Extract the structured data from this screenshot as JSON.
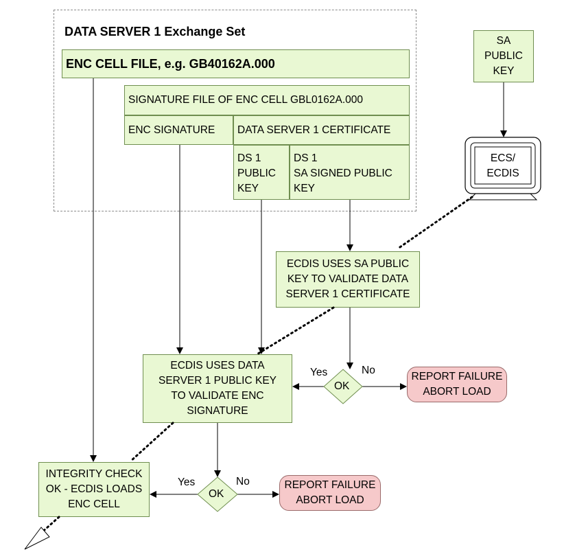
{
  "exchange_set": {
    "title": "DATA SERVER 1 Exchange Set",
    "enc_cell_file": "ENC CELL FILE, e.g. GB40162A.000",
    "signature_file": "SIGNATURE FILE OF ENC CELL GBL0162A.000",
    "enc_signature": "ENC SIGNATURE",
    "ds1_certificate": "DATA SERVER 1 CERTIFICATE",
    "ds1_public_key": "DS 1\nPUBLIC\nKEY",
    "ds1_sa_signed_key": "DS 1\nSA SIGNED PUBLIC\nKEY"
  },
  "sa_public_key": "SA\nPUBLIC\nKEY",
  "ecs_ecdis": "ECS/\nECDIS",
  "validate_certificate": "ECDIS USES SA PUBLIC\nKEY TO VALIDATE DATA\nSERVER 1 CERTIFICATE",
  "validate_signature": "ECDIS USES DATA\nSERVER 1 PUBLIC KEY\nTO VALIDATE ENC\nSIGNATURE",
  "integrity_check": "INTEGRITY CHECK\nOK - ECDIS LOADS\nENC CELL",
  "decision_1": {
    "label": "OK",
    "yes": "Yes",
    "no": "No",
    "failure": "REPORT FAILURE\nABORT LOAD"
  },
  "decision_2": {
    "label": "OK",
    "yes": "Yes",
    "no": "No",
    "failure": "REPORT FAILURE\nABORT LOAD"
  },
  "colors": {
    "process_fill": "#e9f8d3",
    "failure_fill": "#f6c9ca",
    "frame_border": "#8a8a8a"
  }
}
